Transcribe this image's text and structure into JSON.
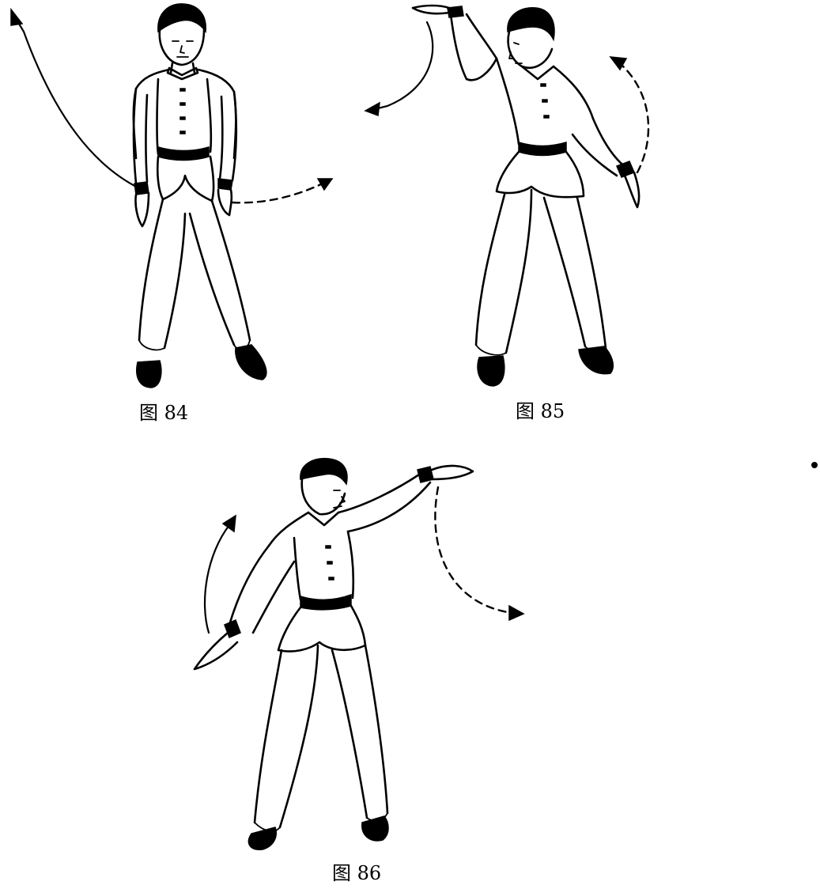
{
  "figures": [
    {
      "id": "fig84",
      "caption": "图 84"
    },
    {
      "id": "fig85",
      "caption": "图 85"
    },
    {
      "id": "fig86",
      "caption": "图 86"
    }
  ],
  "colors": {
    "ink": "#000000",
    "paper": "#ffffff"
  }
}
